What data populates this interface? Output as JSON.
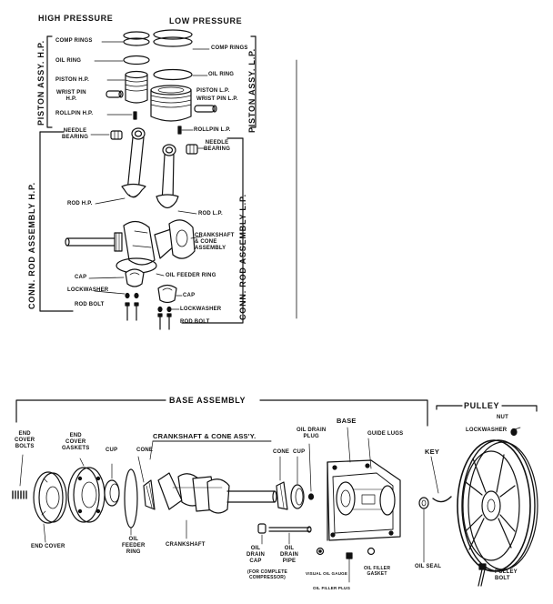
{
  "top": {
    "high_pressure": "HIGH PRESSURE",
    "low_pressure": "LOW PRESSURE",
    "piston_assy_hp": "PISTON ASSY. H.P.",
    "piston_assy_lp": "PISTON ASSY. L.P.",
    "conn_rod_assembly_hp": "CONN. ROD ASSEMBLY H.P.",
    "conn_rod_assembly_lp": "CONN. ROD ASSEMBLY L.P.",
    "comp_rings_hp": "COMP RINGS",
    "oil_ring_hp": "OIL RING",
    "piston_hp": "PISTON H.P.",
    "wrist_pin_hp": "WRIST PIN\nH.P.",
    "rollpin_hp": "ROLLPIN H.P.",
    "needle_bearing_hp": "NEEDLE\nBEARING",
    "rod_hp": "ROD H.P.",
    "cap": "CAP",
    "lockwasher_hp": "LOCKWASHER",
    "rod_bolt_hp": "ROD BOLT",
    "comp_rings_lp": "COMP RINGS",
    "oil_ring_lp": "OIL RING",
    "piston_lp": "PISTON L.P.",
    "wrist_pin_lp": "WRIST PIN L.P.",
    "rollpin_lp": "ROLLPIN L.P.",
    "needle_bearing_lp": "NEEDLE\nBEARING",
    "rod_lp": "ROD L.P.",
    "crankshaft_cone": "CRANKSHAFT\n& CONE\nASSEMBLY",
    "oil_feeder_ring": "OIL FEEDER RING",
    "cap_lp": "CAP",
    "lockwasher_lp": "LOCKWASHER",
    "rod_bolt_lp": "ROD BOLT"
  },
  "bottom": {
    "base_assembly": "BASE  ASSEMBLY",
    "pulley": "PULLEY",
    "nut": "NUT",
    "lockwasher": "LOCKWASHER",
    "end_cover_bolts": "END\nCOVER\nBOLTS",
    "end_cover_gaskets": "END\nCOVER\nGASKETS",
    "cup_left": "CUP",
    "cone_left": "CONE",
    "crankshaft_cone_assy": "CRANKSHAFT & CONE ASS'Y.",
    "oil_drain_plug": "OIL DRAIN\nPLUG",
    "base": "BASE",
    "guide_lugs": "GUIDE LUGS",
    "cone_right": "CONE",
    "cup_right": "CUP",
    "key": "KEY",
    "end_cover": "END COVER",
    "oil_feeder_ring": "OIL\nFEEDER\nRING",
    "crankshaft": "CRANKSHAFT",
    "oil_drain_cap": "OIL\nDRAIN\nCAP",
    "oil_drain_pipe": "OIL\nDRAIN\nPIPE",
    "for_complete": "(FOR COMPLETE\nCOMPRESSOR)",
    "visual_oil_gauge": "VISUAL OIL GAUGE",
    "oil_filler_gasket": "OIL FILLER\nGASKET",
    "oil_filler_plug": "OIL FILLER PLUG",
    "oil_seal": "OIL SEAL",
    "pulley_bolt": "PULLEY\nBOLT"
  }
}
